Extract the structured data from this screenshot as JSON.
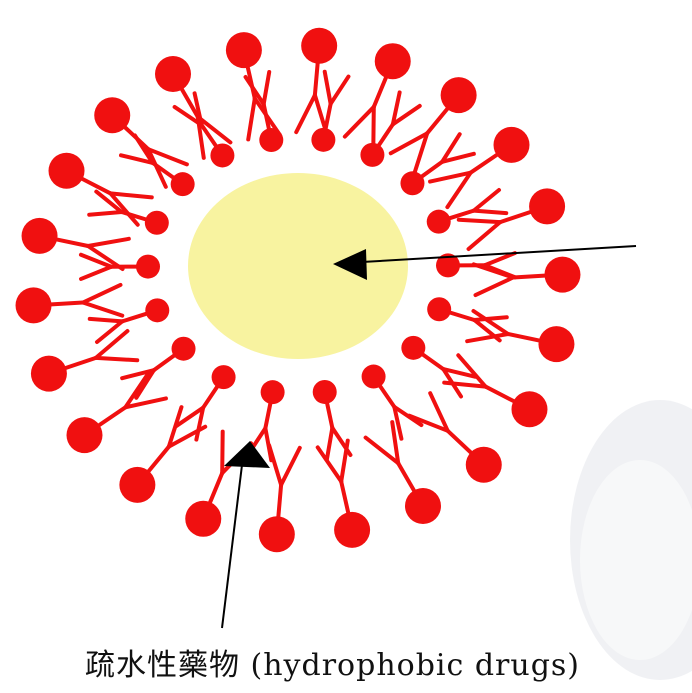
{
  "diagram": {
    "caption": "疏水性藥物 (hydrophobic drugs)",
    "colors": {
      "head": "#f01010",
      "tail": "#f01010",
      "core": "#f8f3a0",
      "arrow": "#000000",
      "background": "#ffffff",
      "watermark": "#eceff2"
    },
    "outer_ring_count": 22,
    "inner_ring_count": 18
  }
}
